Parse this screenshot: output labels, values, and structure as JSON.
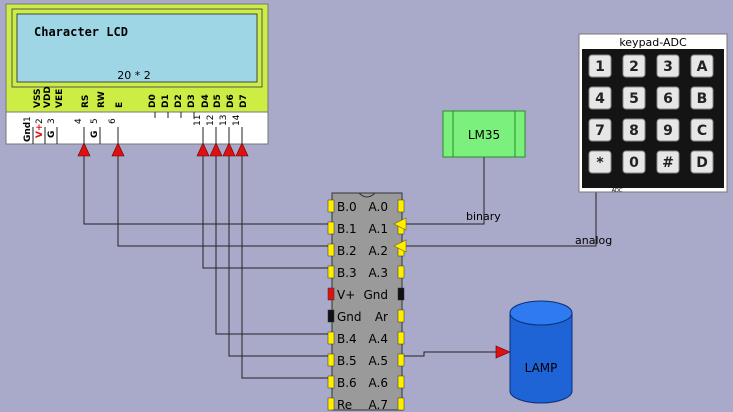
{
  "lcd": {
    "title": "Character LCD",
    "size_label": "20 * 2",
    "top_pins": [
      "VSS",
      "VDD",
      "VEE",
      "RS",
      "RW",
      "E",
      "D0",
      "D1",
      "D2",
      "D3",
      "D4",
      "D5",
      "D6",
      "D7"
    ],
    "bottom_labels": [
      "Gnd",
      "V+",
      "G",
      "4",
      "G",
      "6",
      "11",
      "12",
      "13",
      "14"
    ],
    "bottom_nums": [
      "1",
      "2",
      "3",
      "5"
    ]
  },
  "sensor": {
    "label": "LM35"
  },
  "keypad": {
    "title": "keypad-ADC",
    "footer": "ADC",
    "keys": [
      "1",
      "2",
      "3",
      "A",
      "4",
      "5",
      "6",
      "B",
      "7",
      "8",
      "9",
      "C",
      "*",
      "0",
      "#",
      "D"
    ]
  },
  "io_chip": {
    "rows": [
      {
        "left": "B.0",
        "right": "A.0"
      },
      {
        "left": "B.1",
        "right": "A.1"
      },
      {
        "left": "B.2",
        "right": "A.2"
      },
      {
        "left": "B.3",
        "right": "A.3"
      },
      {
        "left": "V+",
        "right": "Gnd"
      },
      {
        "left": "Gnd",
        "right": "Ar"
      },
      {
        "left": "B.4",
        "right": "A.4"
      },
      {
        "left": "B.5",
        "right": "A.5"
      },
      {
        "left": "B.6",
        "right": "A.6"
      },
      {
        "left": "Re",
        "right": "A.7"
      }
    ]
  },
  "wires": {
    "binary_label": "binary",
    "analog_label": "analog"
  },
  "lamp": {
    "label": "LAMP"
  },
  "colors": {
    "background": "#a9a9c9",
    "lcd_board": "#ccee44",
    "lcd_screen": "#9fd6e6",
    "sensor": "#7cf07c",
    "lamp": "#1e64d6",
    "arrow_red": "#dd1111",
    "arrow_yellow": "#ffee00"
  }
}
